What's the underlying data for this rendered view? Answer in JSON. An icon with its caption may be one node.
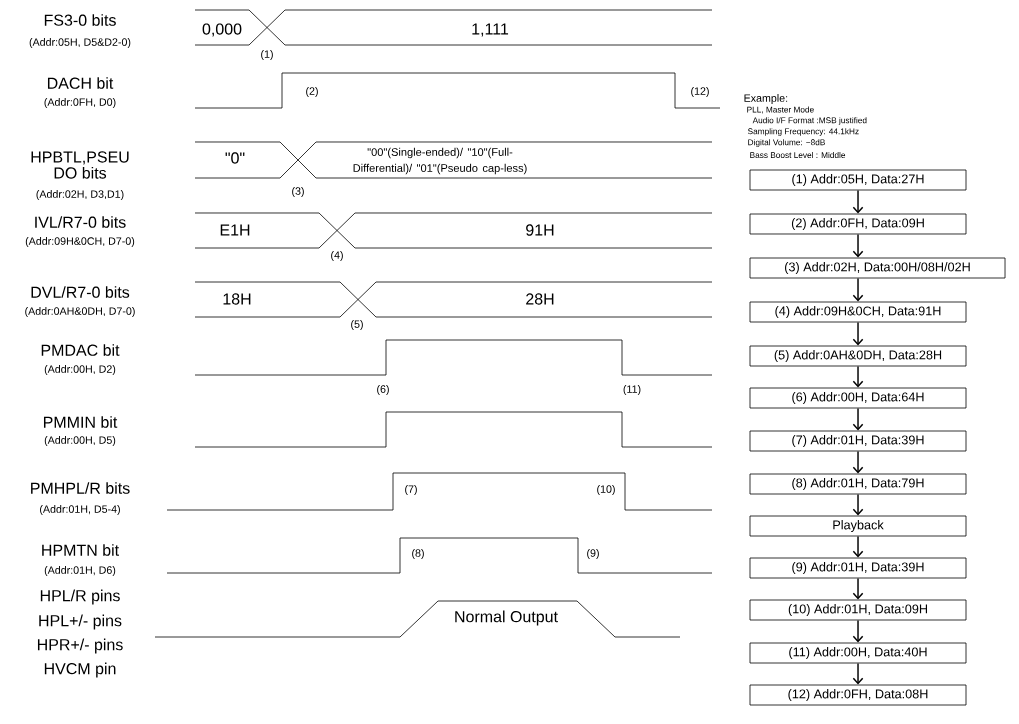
{
  "diagram": {
    "nodes": [
      {
        "text": [
          "(1) Addr:05H, Data:27H"
        ]
      },
      {
        "text": [
          "(2) Addr:0FH, Data:09H"
        ]
      },
      {
        "text": [
          "(3) Addr:02H, Data:00H/08H/02H"
        ]
      },
      {
        "text": [
          "(4) Addr:09H&0CH, Data:91H"
        ]
      },
      {
        "text": [
          "(5) Addr:0AH&0DH, Data:28H"
        ]
      },
      {
        "text": [
          "(6) Addr:00H, Data:64H"
        ]
      },
      {
        "text": [
          "(7) Addr:01H, Data:39H"
        ]
      },
      {
        "text": [
          "(8) Addr:01H, Data:79H"
        ]
      },
      {
        "text": [
          "Playback"
        ]
      },
      {
        "text": [
          "(9) Addr:01H, Data:39H"
        ]
      },
      {
        "text": [
          "(10) Addr:01H, Data:09H"
        ]
      },
      {
        "text": [
          "(11) Addr:00H, Data:40H"
        ]
      },
      {
        "text": [
          "(12) Addr:0FH, Data:08H"
        ]
      }
    ],
    "edges": [
      {
        "from": 0,
        "to": 1,
        "arrow": "to"
      },
      {
        "from": 1,
        "to": 2,
        "arrow": "to"
      },
      {
        "from": 2,
        "to": 3,
        "arrow": "to"
      },
      {
        "from": 3,
        "to": 4,
        "arrow": "to"
      },
      {
        "from": 4,
        "to": 5,
        "arrow": "to"
      },
      {
        "from": 5,
        "to": 6,
        "arrow": "to"
      },
      {
        "from": 6,
        "to": 7,
        "arrow": "to"
      },
      {
        "from": 7,
        "to": 8,
        "arrow": "to"
      },
      {
        "from": 8,
        "to": 9,
        "arrow": "to"
      },
      {
        "from": 9,
        "to": 10,
        "arrow": "to"
      },
      {
        "from": 10,
        "to": 11,
        "arrow": "to"
      },
      {
        "from": 11,
        "to": 12,
        "arrow": "to"
      }
    ],
    "labels": [
      "FS3-0 bits",
      "(Addr:05H, D5&D2-0)",
      "0,000",
      "1,111",
      "(1)",
      "DACH bit",
      "(Addr:0FH, D0)",
      "(2)",
      "(12)",
      "HPBTL,PSEU DO bits",
      "(Addr:02H, D3,D1)",
      "\"0\"",
      "\"00\"(Single-ended)/ \"10\"(Full-Differential)/ \"01\"(Pseudo cap-less)",
      "(3)",
      "IVL/R7-0 bits",
      "(Addr:09H&0CH, D7-0)",
      "E1H",
      "91H",
      "(4)",
      "DVL/R7-0 bits",
      "(Addr:0AH&0DH, D7-0)",
      "18H",
      "28H",
      "(5)",
      "PMDAC bit",
      "(Addr:00H, D2)",
      "(6)",
      "(11)",
      "PMMIN bit",
      "(Addr:00H, D5)",
      "PMHPL/R bits",
      "(Addr:01H, D5-4)",
      "(7)",
      "(10)",
      "HPMTN bit",
      "(Addr:01H, D6)",
      "(8)",
      "(9)",
      "HPL/R pins",
      "HPL+/- pins",
      "HPR+/- pins",
      "HVCM pin",
      "Normal Output",
      "Example:",
      "PLL, Master Mode",
      "Audio I/F Format :MSB justified",
      "Sampling Frequency: 44.1kHz",
      "Digital Volume: −8dB",
      "Bass Boost Level : Middle"
    ]
  }
}
